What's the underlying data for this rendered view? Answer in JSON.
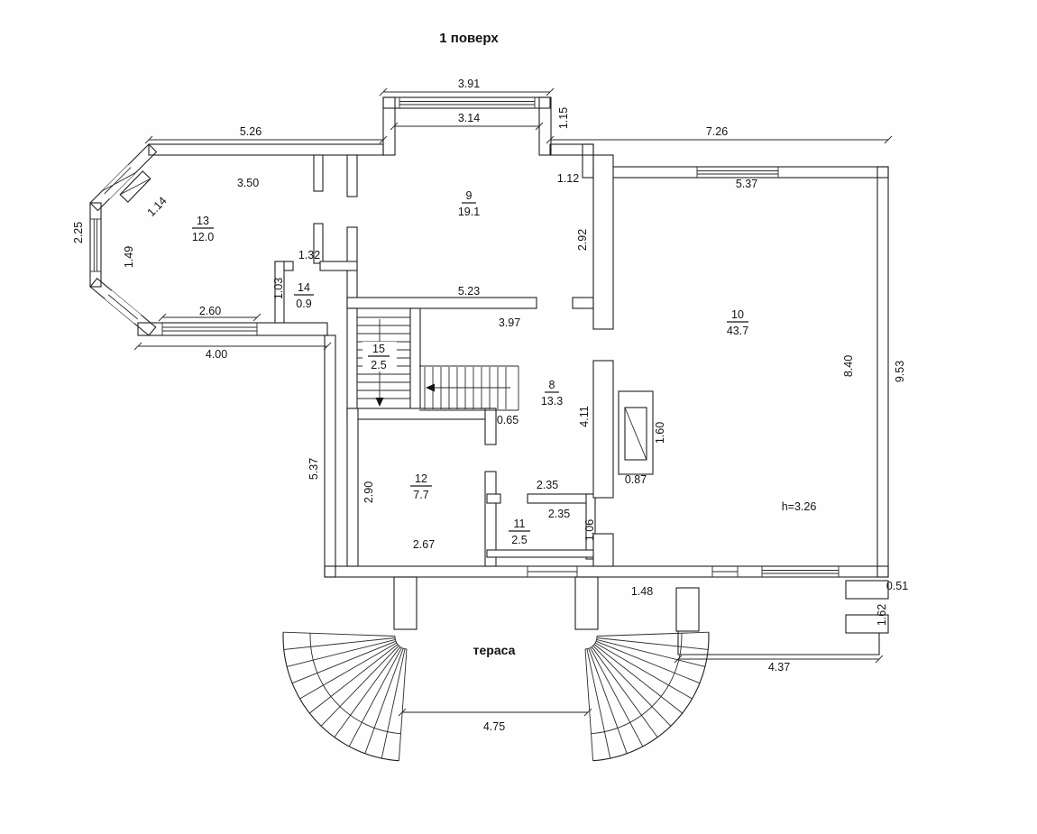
{
  "title": "1 поверх",
  "terrace_label": "тераса",
  "rooms": {
    "r8": {
      "num": "8",
      "area": "13.3"
    },
    "r9": {
      "num": "9",
      "area": "19.1"
    },
    "r10": {
      "num": "10",
      "area": "43.7"
    },
    "r11": {
      "num": "11",
      "area": "2.5"
    },
    "r12": {
      "num": "12",
      "area": "7.7"
    },
    "r13": {
      "num": "13",
      "area": "12.0"
    },
    "r14": {
      "num": "14",
      "area": "0.9"
    },
    "r15": {
      "num": "15",
      "area": "2.5"
    }
  },
  "dims": {
    "bay_outer_width": "3.91",
    "bay_inner_width": "3.14",
    "bay_depth": "1.15",
    "top_left_wall": "5.26",
    "top_right_wall": "7.26",
    "room10_top_width": "5.37",
    "room9_jog": "1.12",
    "room9_right_height": "2.92",
    "room13_top_width": "3.50",
    "room13_window": "1.14",
    "bay_left_diagonal": "2.25",
    "room13_left_height": "1.49",
    "room14_width": "1.32",
    "room14_left_height": "1.03",
    "room13_window_width": "2.60",
    "room13_bottom_outer": "4.00",
    "room9_bottom_width": "5.23",
    "room8_top_width": "3.97",
    "stair_landing": "0.65",
    "room8_right_height": "4.11",
    "room12_left_height": "2.90",
    "room12_bottom_width": "2.67",
    "hall_width": "2.35",
    "room11_top_width": "2.35",
    "room11_right_height": "1.06",
    "fireplace_width": "0.87",
    "fireplace_height": "1.60",
    "room10_right_height": "8.40",
    "right_outer_height": "9.53",
    "ceiling_height": "h=3.26",
    "left_mid_height": "5.37",
    "porch_left_gap": "1.48",
    "step_depth": "0.51",
    "step_height": "1.62",
    "porch_width": "4.37",
    "terrace_width": "4.75"
  }
}
